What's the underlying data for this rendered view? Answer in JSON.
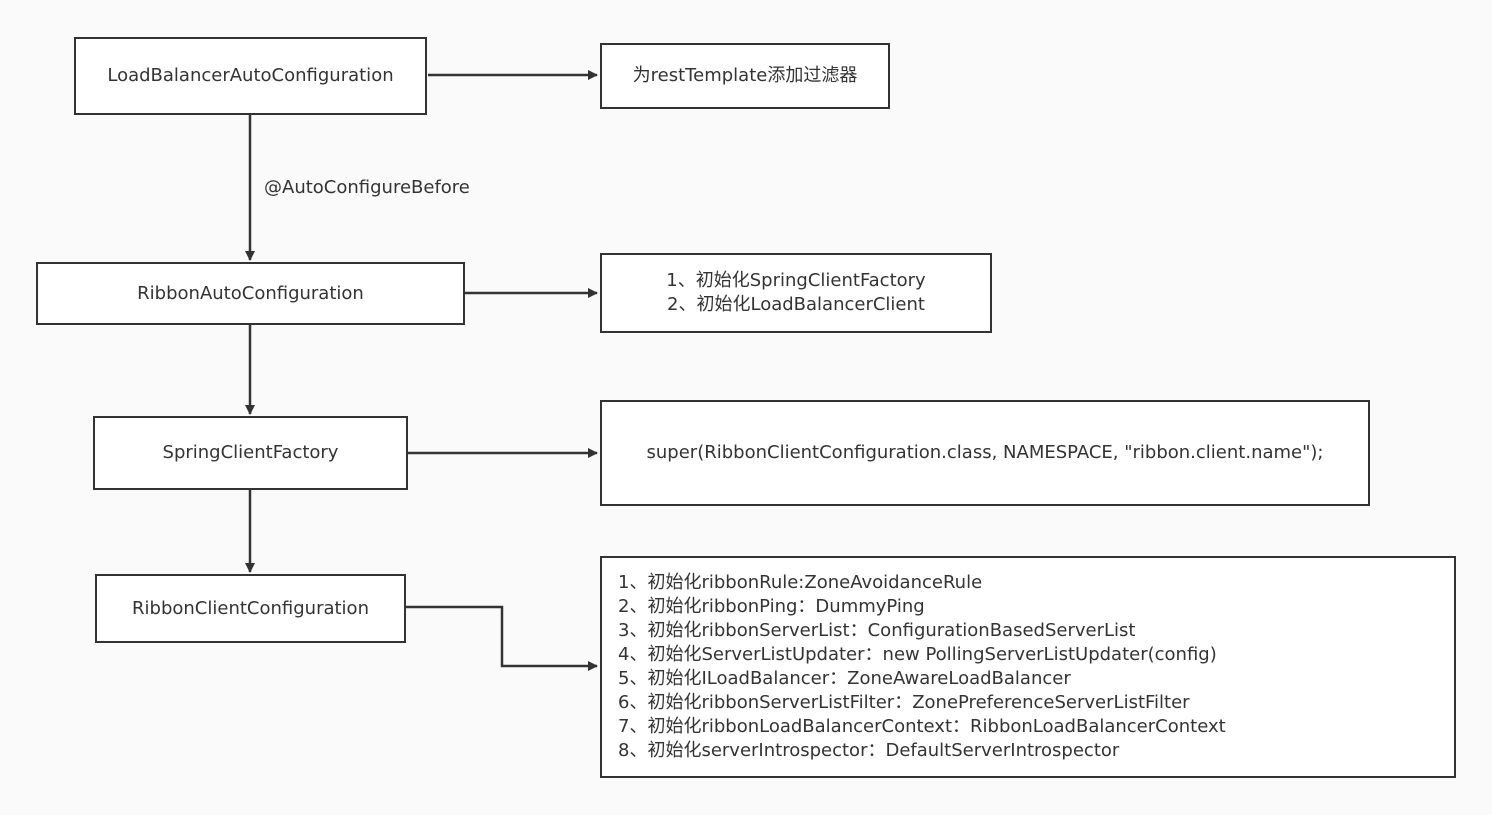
{
  "diagram": {
    "nodes": {
      "lbac": "LoadBalancerAutoConfiguration",
      "rac": "RibbonAutoConfiguration",
      "scf": "SpringClientFactory",
      "rcc": "RibbonClientConfiguration"
    },
    "notes": {
      "lbac_note": "为restTemplate添加过滤器",
      "rac_note": [
        "1、初始化SpringClientFactory",
        "2、初始化LoadBalancerClient"
      ],
      "scf_note": "super(RibbonClientConfiguration.class, NAMESPACE, \"ribbon.client.name\");",
      "rcc_note": [
        "1、初始化ribbonRule:ZoneAvoidanceRule",
        "2、初始化ribbonPing：DummyPing",
        "3、初始化ribbonServerList：ConfigurationBasedServerList",
        "4、初始化ServerListUpdater：new PollingServerListUpdater(config)",
        "5、初始化ILoadBalancer：ZoneAwareLoadBalancer",
        "6、初始化ribbonServerListFilter：ZonePreferenceServerListFilter",
        "7、初始化ribbonLoadBalancerContext：RibbonLoadBalancerContext",
        "8、初始化serverIntrospector：DefaultServerIntrospector"
      ]
    },
    "edge_labels": {
      "lbac_to_rac": "@AutoConfigureBefore"
    },
    "edges": [
      {
        "from": "lbac",
        "to": "rac",
        "label": "@AutoConfigureBefore"
      },
      {
        "from": "rac",
        "to": "scf"
      },
      {
        "from": "scf",
        "to": "rcc"
      },
      {
        "from": "lbac",
        "to": "lbac_note"
      },
      {
        "from": "rac",
        "to": "rac_note"
      },
      {
        "from": "scf",
        "to": "scf_note"
      },
      {
        "from": "rcc",
        "to": "rcc_note"
      }
    ]
  },
  "colors": {
    "stroke": "#333333",
    "background": "#fafafa",
    "box_fill": "#ffffff"
  }
}
